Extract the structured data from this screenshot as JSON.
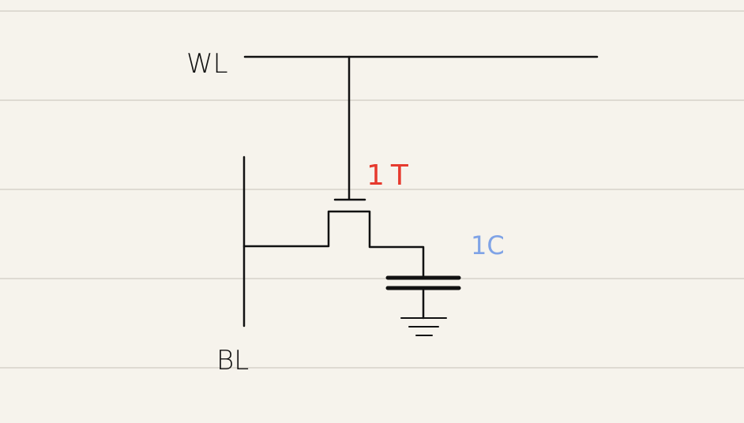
{
  "diagram": {
    "wordline_label": "WL",
    "bitline_label": "BL",
    "transistor_label": "1T",
    "capacitor_label": "1C"
  },
  "colors": {
    "paper": "#f6f3ec",
    "ruled_line": "#d6d2ca",
    "wire": "#111111",
    "transistor_label": "#e63a2e",
    "capacitor_label": "#7fa3e6"
  }
}
